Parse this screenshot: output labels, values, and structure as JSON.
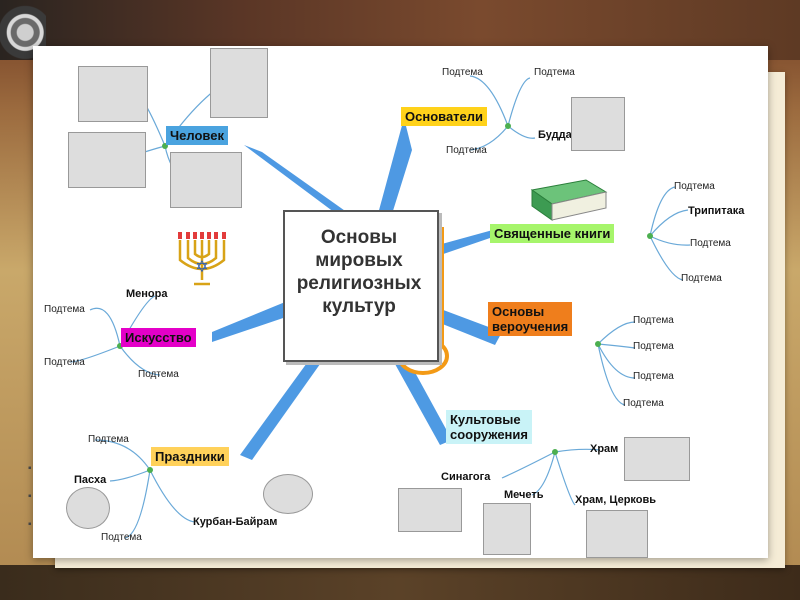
{
  "center": {
    "lines": [
      "Основы",
      "мировых",
      "религиозных",
      "культур"
    ]
  },
  "branches": {
    "chelovek": "Человек",
    "osnovateli": "Основатели",
    "knigi": "Священные книги",
    "veroucheniya_l1": "Основы",
    "veroucheniya_l2": "вероучения",
    "sooruzheniya_l1": "Культовые",
    "sooruzheniya_l2": "сооружения",
    "prazdniki": "Праздники",
    "iskusstvo": "Искусство"
  },
  "subtopics": {
    "generic": "Подтема",
    "budda": "Будда",
    "tripitaka": "Трипитака",
    "menora": "Менора",
    "pasha": "Пасха",
    "kurban": "Курбан-Байрам",
    "sinagoga": "Синагога",
    "mechet": "Мечеть",
    "hram": "Храм",
    "hram_cerkov": "Храм, Церковь"
  },
  "colors": {
    "chelovek": "#4aa3df",
    "osnovateli": "#ffd21a",
    "knigi": "#a6f56b",
    "veroucheniya": "#ef7e1c",
    "sooruzheniya": "#c9f3f7",
    "prazdniki": "#ffd15a",
    "iskusstvo": "#e400c8",
    "connector": "#4a9be0"
  },
  "icons": [
    "menorah-icon",
    "book-icon",
    "photo-placeholder"
  ]
}
